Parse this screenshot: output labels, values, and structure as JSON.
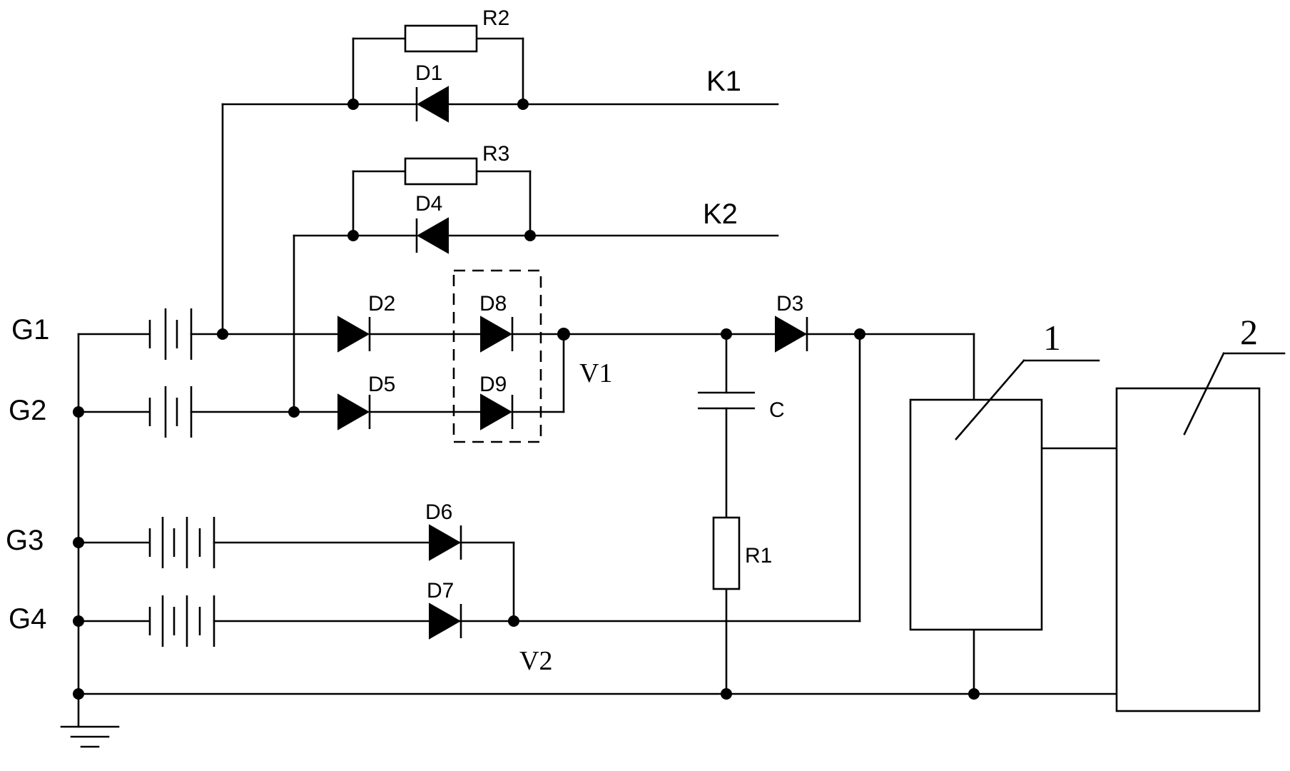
{
  "terminals": {
    "g1": "G1",
    "g2": "G2",
    "g3": "G3",
    "g4": "G4",
    "k1": "K1",
    "k2": "K2"
  },
  "diodes": {
    "d1": "D1",
    "d2": "D2",
    "d3": "D3",
    "d4": "D4",
    "d5": "D5",
    "d6": "D6",
    "d7": "D7",
    "d8": "D8",
    "d9": "D9"
  },
  "resistors": {
    "r1": "R1",
    "r2": "R2",
    "r3": "R3"
  },
  "capacitor": "C",
  "nodes": {
    "v1": "V1",
    "v2": "V2"
  },
  "blocks": {
    "block1": "1",
    "block2": "2"
  }
}
